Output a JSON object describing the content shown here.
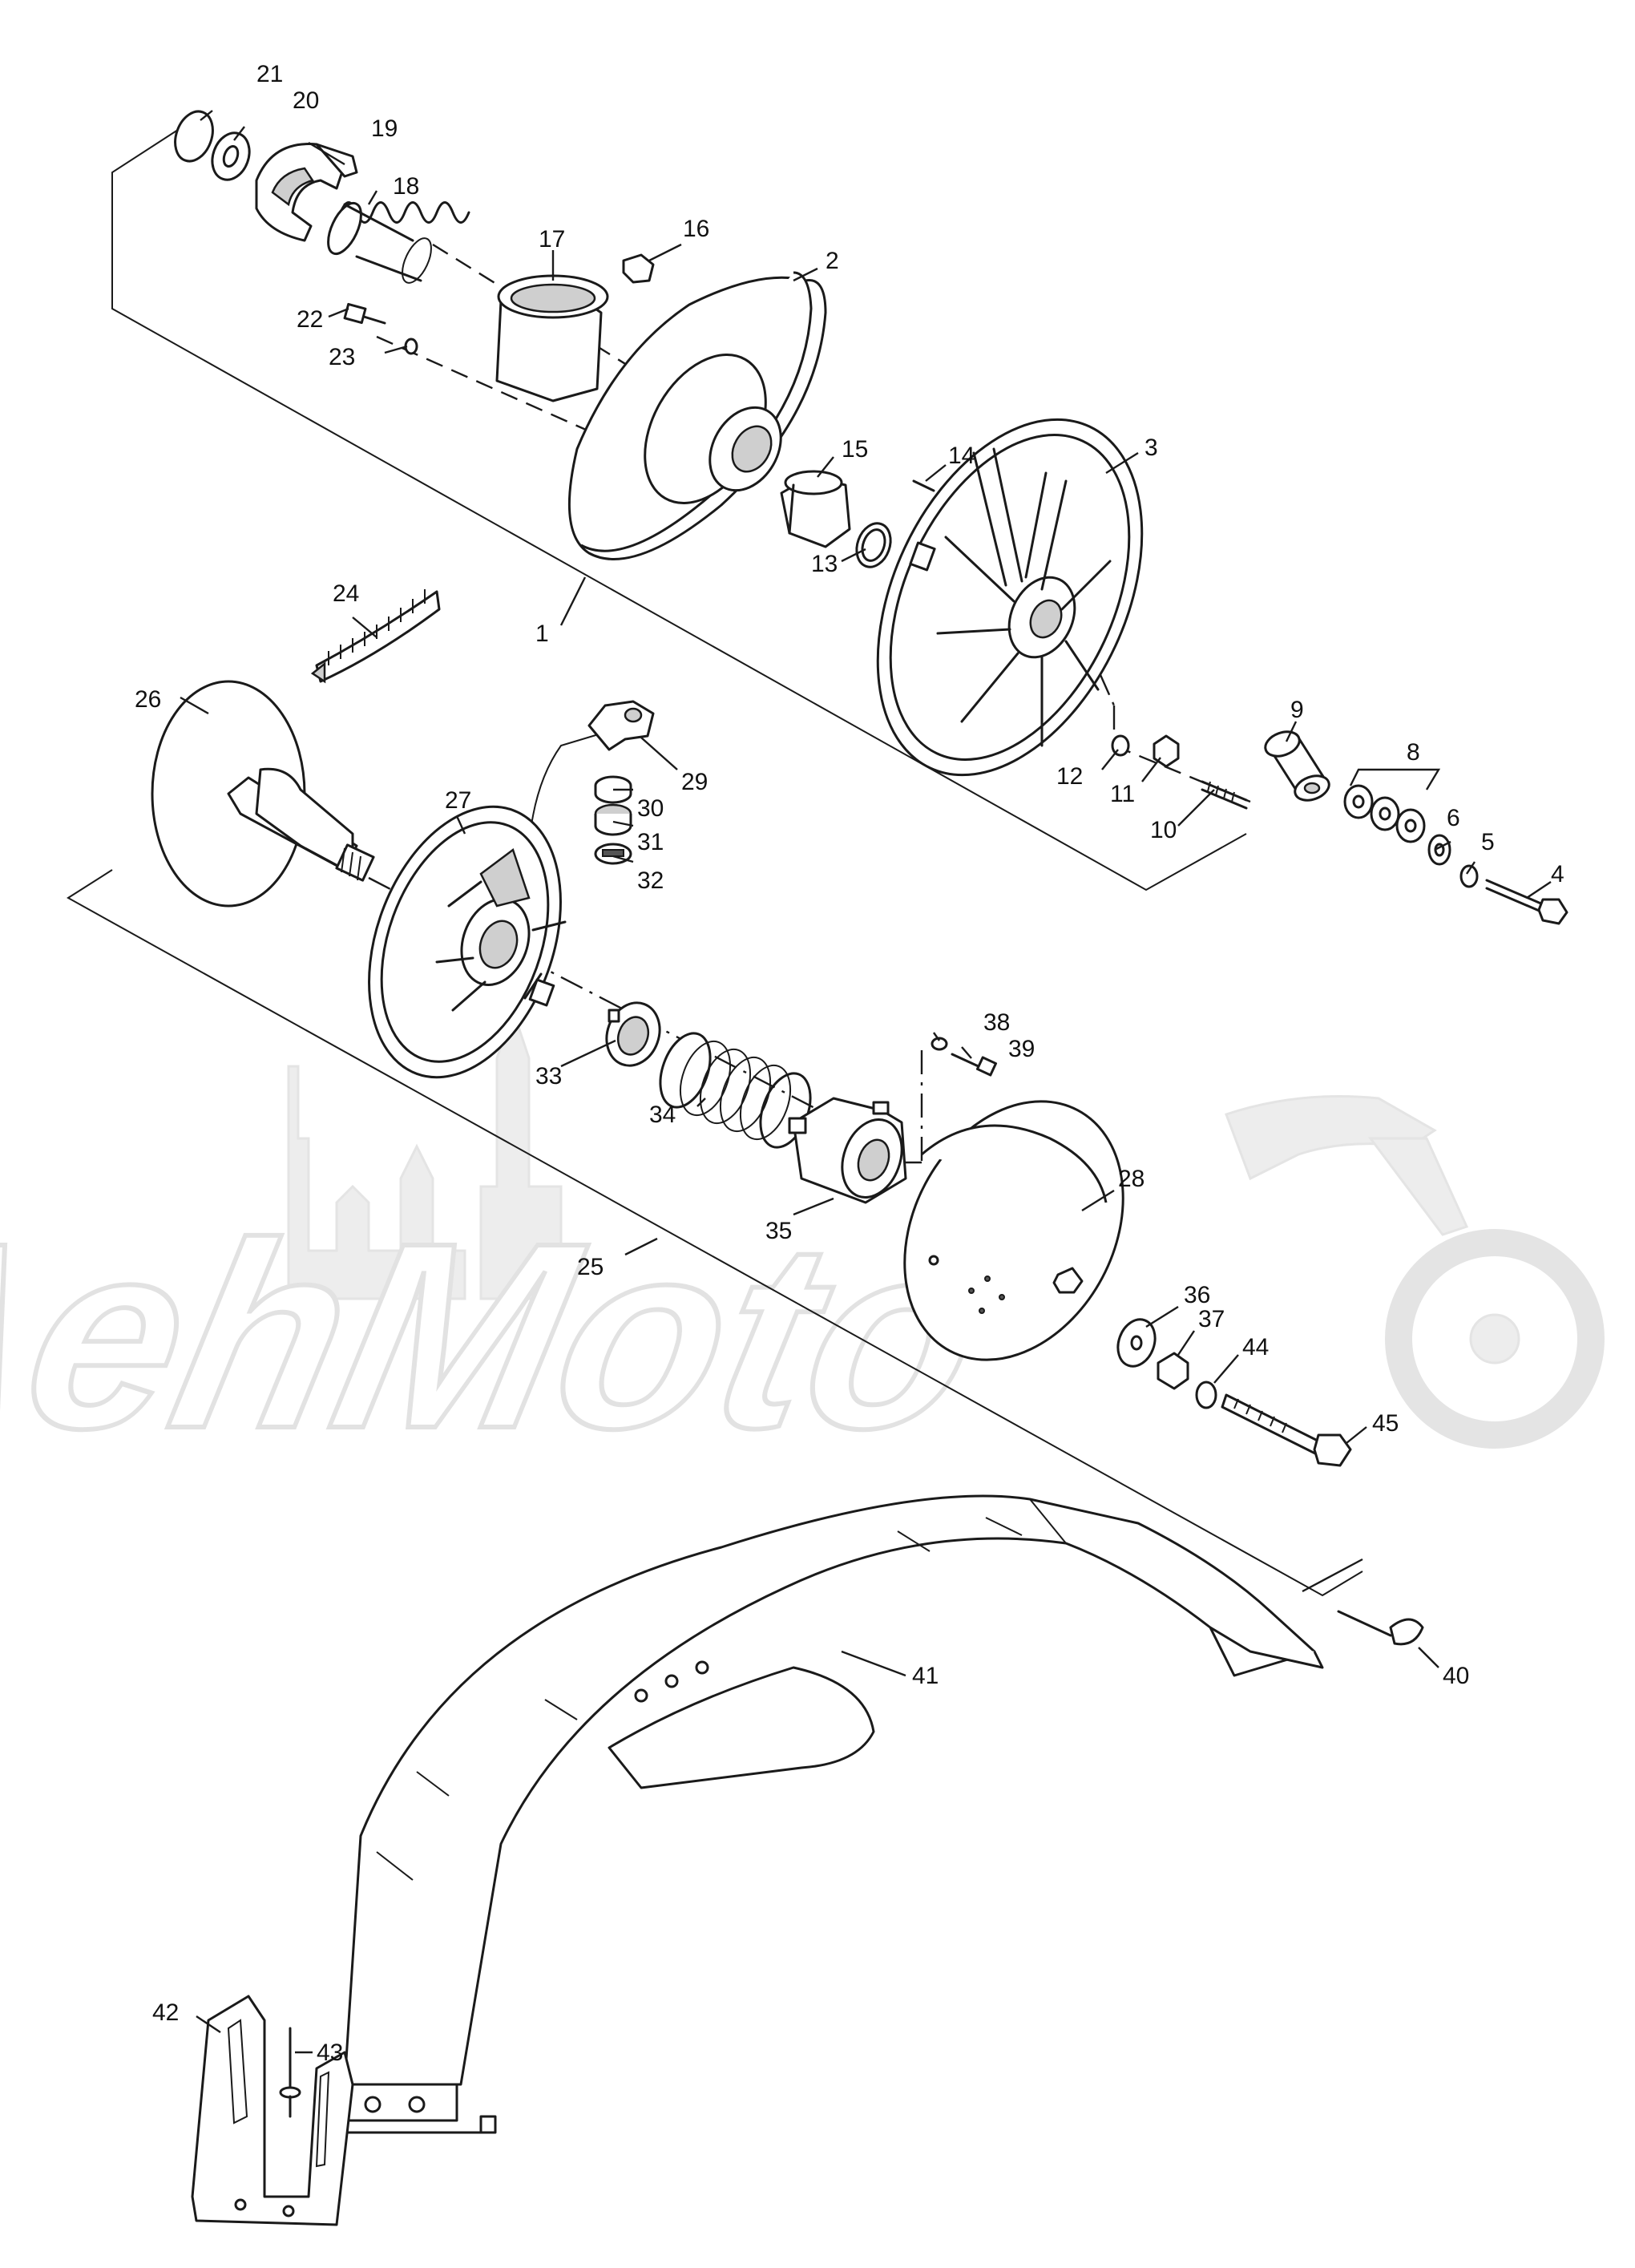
{
  "watermark": {
    "text": "AehMoto"
  },
  "callouts": [
    {
      "id": "1",
      "label": "1"
    },
    {
      "id": "2",
      "label": "2"
    },
    {
      "id": "3",
      "label": "3"
    },
    {
      "id": "4",
      "label": "4"
    },
    {
      "id": "5",
      "label": "5"
    },
    {
      "id": "6",
      "label": "6"
    },
    {
      "id": "8",
      "label": "8"
    },
    {
      "id": "9",
      "label": "9"
    },
    {
      "id": "10",
      "label": "10"
    },
    {
      "id": "11",
      "label": "11"
    },
    {
      "id": "12",
      "label": "12"
    },
    {
      "id": "13",
      "label": "13"
    },
    {
      "id": "14",
      "label": "14"
    },
    {
      "id": "15",
      "label": "15"
    },
    {
      "id": "16",
      "label": "16"
    },
    {
      "id": "17",
      "label": "17"
    },
    {
      "id": "18",
      "label": "18"
    },
    {
      "id": "19",
      "label": "19"
    },
    {
      "id": "20",
      "label": "20"
    },
    {
      "id": "21",
      "label": "21"
    },
    {
      "id": "22",
      "label": "22"
    },
    {
      "id": "23",
      "label": "23"
    },
    {
      "id": "24",
      "label": "24"
    },
    {
      "id": "25",
      "label": "25"
    },
    {
      "id": "26",
      "label": "26"
    },
    {
      "id": "27",
      "label": "27"
    },
    {
      "id": "28",
      "label": "28"
    },
    {
      "id": "29",
      "label": "29"
    },
    {
      "id": "30",
      "label": "30"
    },
    {
      "id": "31",
      "label": "31"
    },
    {
      "id": "32",
      "label": "32"
    },
    {
      "id": "33",
      "label": "33"
    },
    {
      "id": "34",
      "label": "34"
    },
    {
      "id": "35",
      "label": "35"
    },
    {
      "id": "36",
      "label": "36"
    },
    {
      "id": "37",
      "label": "37"
    },
    {
      "id": "38",
      "label": "38"
    },
    {
      "id": "39",
      "label": "39"
    },
    {
      "id": "40",
      "label": "40"
    },
    {
      "id": "41",
      "label": "41"
    },
    {
      "id": "42",
      "label": "42"
    },
    {
      "id": "43",
      "label": "43"
    },
    {
      "id": "44",
      "label": "44"
    },
    {
      "id": "45",
      "label": "45"
    }
  ]
}
